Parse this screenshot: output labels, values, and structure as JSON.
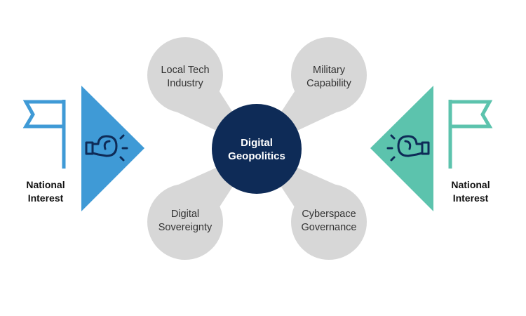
{
  "colors": {
    "left_accent": "#3f9ad6",
    "right_accent": "#5cc3ad",
    "center": "#0e2b57",
    "node": "#d7d7d7",
    "icon": "#0e2b57"
  },
  "center": {
    "line1": "Digital",
    "line2": "Geopolitics"
  },
  "nodes": [
    {
      "line1": "Local Tech",
      "line2": "Industry"
    },
    {
      "line1": "Military",
      "line2": "Capability"
    },
    {
      "line1": "Digital",
      "line2": "Sovereignty"
    },
    {
      "line1": "Cyberspace",
      "line2": "Governance"
    }
  ],
  "left": {
    "line1": "National",
    "line2": "Interest",
    "icons": [
      "flag-icon",
      "boxing-glove-icon"
    ]
  },
  "right": {
    "line1": "National",
    "line2": "Interest",
    "icons": [
      "flag-icon",
      "boxing-glove-icon"
    ]
  }
}
